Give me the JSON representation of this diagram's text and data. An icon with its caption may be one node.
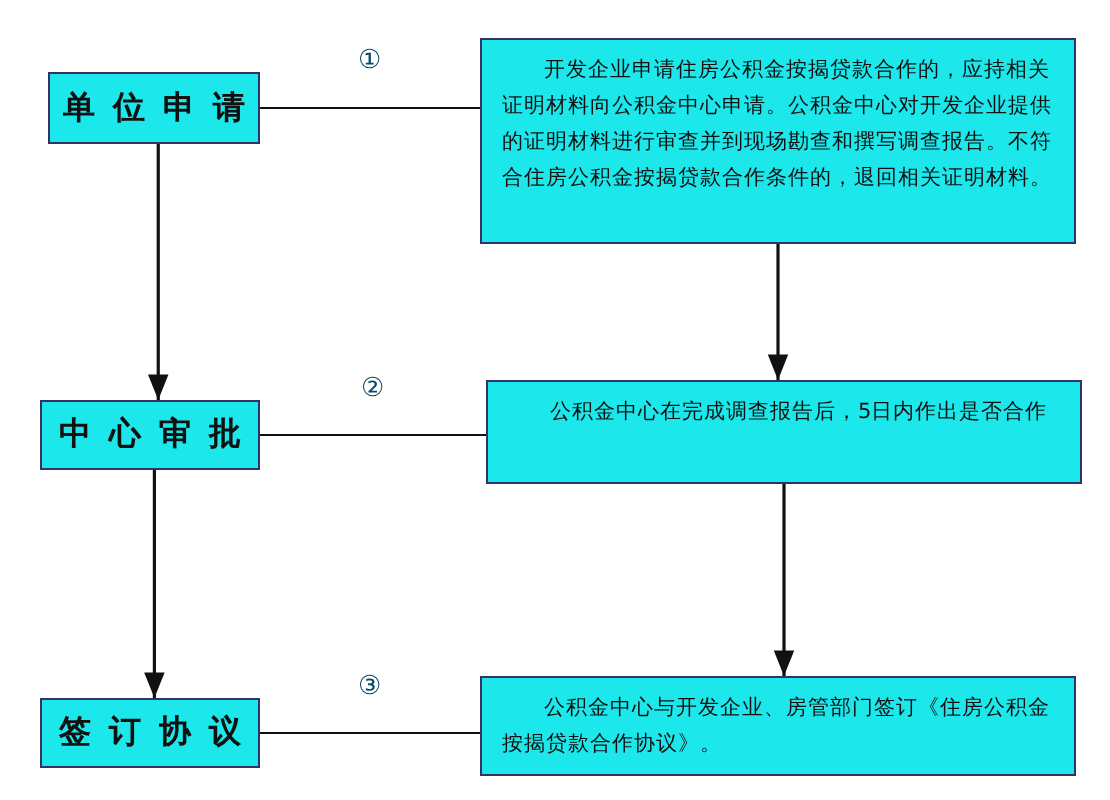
{
  "diagram": {
    "nodes": [
      {
        "text": [
          "单位申请"
        ]
      },
      {
        "text": [
          "开发企业申请住房公积金按揭贷款合作的，应持相关证明材料向公积金中心申请。公积金中心对开发企业提供的证明材料进行审查并到现场勘查和撰写调查报告。不符合住房公积金按揭贷款合作条件的，退回相关证明材料。"
        ]
      },
      {
        "text": [
          "中心审批"
        ]
      },
      {
        "text": [
          "公积金中心在完成调查报告后，5日内作出是否合作"
        ]
      },
      {
        "text": [
          "签订协议"
        ]
      },
      {
        "text": [
          "公积金中心与开发企业、房管部门签订《住房公积金按揭贷款合作协议》。"
        ]
      }
    ],
    "edges": [
      {
        "from": 0,
        "to": 1,
        "arrow": "none",
        "label": "①"
      },
      {
        "from": 2,
        "to": 3,
        "arrow": "none",
        "label": "②"
      },
      {
        "from": 4,
        "to": 5,
        "arrow": "none",
        "label": "③"
      },
      {
        "from": 0,
        "to": 2,
        "arrow": "to"
      },
      {
        "from": 2,
        "to": 4,
        "arrow": "to"
      },
      {
        "from": 1,
        "to": 3,
        "arrow": "to"
      },
      {
        "from": 3,
        "to": 5,
        "arrow": "to"
      }
    ]
  }
}
